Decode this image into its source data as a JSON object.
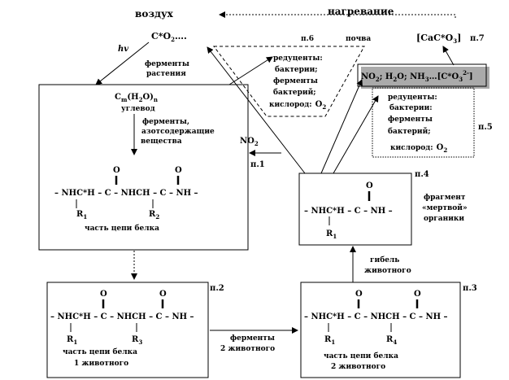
{
  "top": {
    "air": "воздух",
    "heating": "нагревание",
    "co2": "C*O",
    "co2_sub": "2",
    "co2_tail": "….",
    "hv": "hv",
    "carbonate": "[CaC*O",
    "carbonate_sub": "3",
    "carbonate_tail": "]",
    "p7": "п.7",
    "plant_enzymes_1": "ферменты",
    "plant_enzymes_2": "растения"
  },
  "soil": {
    "p6": "п.6",
    "soil": "почва",
    "lines": [
      "редуценты:",
      "бактерии;",
      "ферменты",
      "бактерий;",
      "кислород:"
    ],
    "o2": "O",
    "o2_sub": "2"
  },
  "p5": {
    "label": "п.5",
    "header": "NO",
    "header_sub": "2",
    "header_rest": "; H",
    "header_sub2": "2",
    "header_rest2": "O; NH",
    "header_sub3": "3",
    "header_rest3": "…[C*O",
    "header_sub4": "3",
    "header_sup4": "2-",
    "header_end": "]",
    "lines": [
      "редуценты:",
      "бактерии:",
      "ферменты",
      "бактерий;",
      "кислород:"
    ],
    "o2": "O",
    "o2_sub": "2"
  },
  "box1": {
    "label": "п.1",
    "carb": "C",
    "carb_m": "m",
    "carb_mid": "(H",
    "carb_2": "2",
    "carb_o": "O)",
    "carb_n": "n",
    "carb_name": "углевод",
    "enz1": "ферменты,",
    "enz2": "азотсодержащие",
    "enz3": "вещества",
    "o_left": "O",
    "o_right": "O",
    "chain": "– NHC*H – C – NHCH – C – NH –",
    "r1": "R",
    "r1_sub": "1",
    "r2": "R",
    "r2_sub": "2",
    "caption": "часть цепи белка"
  },
  "no2": {
    "label": "NO",
    "sub": "2"
  },
  "box4": {
    "label": "п.4",
    "o": "O",
    "chain": "– NHC*H – C – NH –",
    "r1": "R",
    "r1_sub": "1",
    "frag1": "фрагмент",
    "frag2": "«мертвой»",
    "frag3": "органики"
  },
  "death": {
    "line1": "гибель",
    "line2": "животного"
  },
  "box2": {
    "label": "п.2",
    "o_left": "O",
    "o_right": "O",
    "chain": "– NHC*H – C – NHCH – C – NH –",
    "r1": "R",
    "r1_sub": "1",
    "r3": "R",
    "r3_sub": "3",
    "caption1": "часть цепи белка",
    "caption2": "1 животного"
  },
  "enz2": {
    "line1": "ферменты",
    "line2": "2 животного"
  },
  "box3": {
    "label": "п.3",
    "o_left": "O",
    "o_right": "O",
    "chain": "– NHC*H – C – NHCH – C – NH –",
    "r1": "R",
    "r1_sub": "1",
    "r4": "R",
    "r4_sub": "4",
    "caption1": "часть цепи белка",
    "caption2": "2 животного"
  }
}
